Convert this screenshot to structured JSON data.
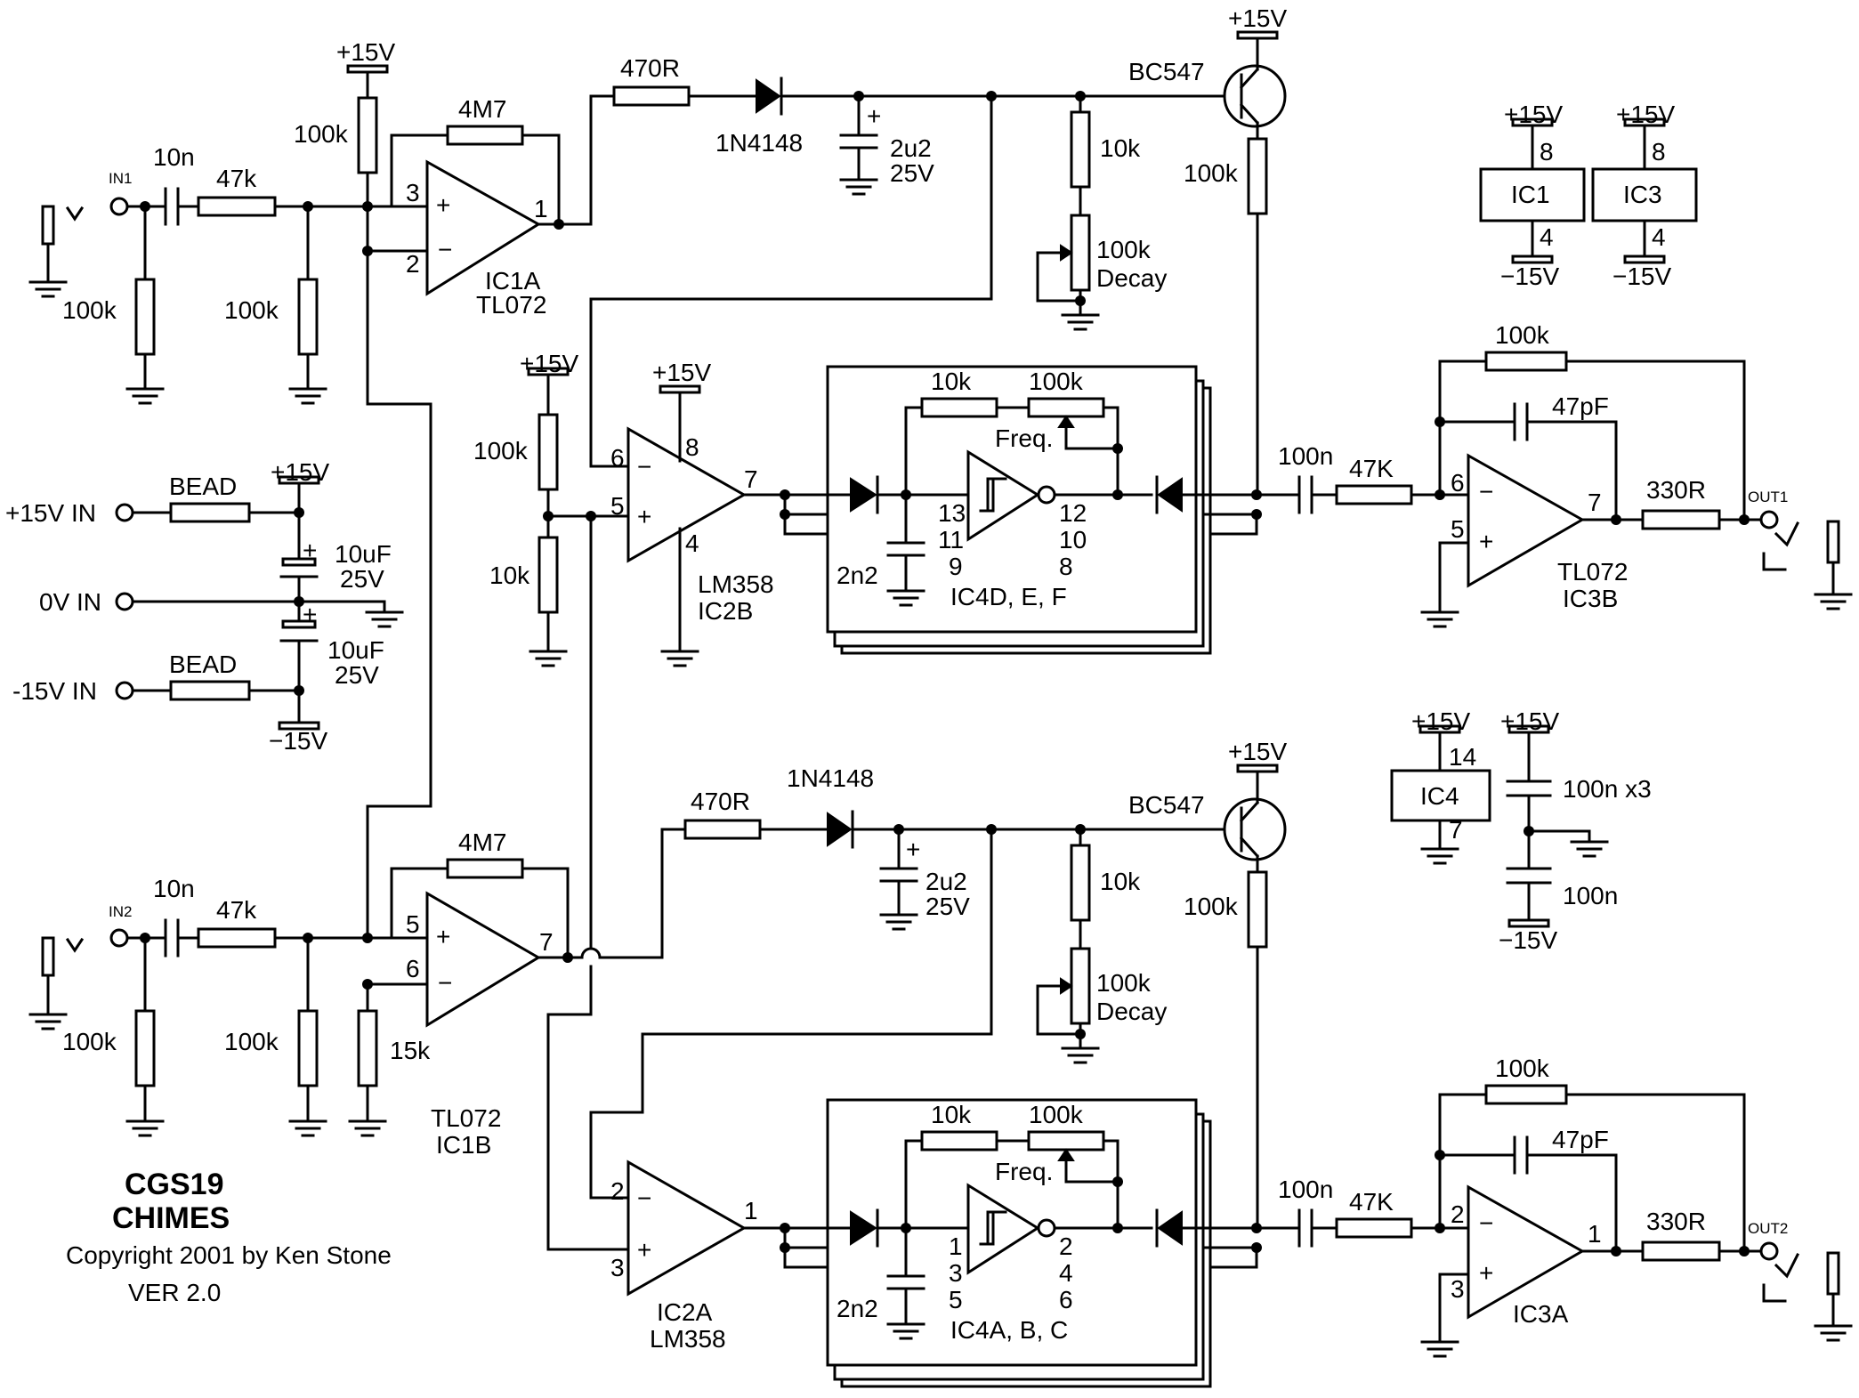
{
  "title": "CGS19",
  "subtitle": "CHIMES",
  "copyright": "Copyright 2001 by Ken Stone",
  "version": "VER 2.0",
  "colors": {
    "ink": "#000000",
    "paper": "#ffffff"
  },
  "power": {
    "pos": "+15V",
    "neg": "−15V",
    "inputs": [
      "+15V IN",
      "0V IN",
      "-15V IN"
    ],
    "bead": "BEAD",
    "cap_value": "10uF",
    "cap_voltage": "25V"
  },
  "channel1": {
    "input": "IN1",
    "output": "OUT1",
    "in_cap": "10n",
    "in_res": "47k",
    "r100k": "100k",
    "fb_res": "4M7",
    "opamp1_name": "IC1A",
    "opamp1_type": "TL072",
    "opamp1_pins": [
      "3",
      "2",
      "1"
    ],
    "det_res": "470R",
    "diode": "1N4148",
    "det_cap": "2u2",
    "det_cap_v": "25V",
    "transistor": "BC547",
    "decay_res": "10k",
    "decay_pot": "100k",
    "decay_label": "Decay",
    "emitter_res": "100k",
    "bias_top": "100k",
    "bias_bot": "10k",
    "comp_pins": [
      "6",
      "5",
      "7",
      "8",
      "4"
    ],
    "comp_name": "LM358",
    "comp_ic": "IC2B",
    "osc_res": "10k",
    "osc_pot": "100k",
    "freq_label": "Freq.",
    "osc_cap": "2n2",
    "inv_pins_in": [
      "13",
      "11",
      "9"
    ],
    "inv_pins_out": [
      "12",
      "10",
      "8"
    ],
    "inv_name": "IC4D, E, F",
    "coup_cap": "100n",
    "coup_res": "47K",
    "fb_r": "100k",
    "fb_c": "47pF",
    "out_opamp_pins": [
      "6",
      "5",
      "7"
    ],
    "out_opamp_type": "TL072",
    "out_opamp_ic": "IC3B",
    "out_res": "330R"
  },
  "channel2": {
    "input": "IN2",
    "output": "OUT2",
    "in_cap": "10n",
    "in_res": "47k",
    "r100k": "100k",
    "fb_res": "4M7",
    "gain_res": "15k",
    "opamp1_type": "TL072",
    "opamp1_name": "IC1B",
    "opamp1_pins": [
      "5",
      "6",
      "7"
    ],
    "det_res": "470R",
    "diode": "1N4148",
    "det_cap": "2u2",
    "det_cap_v": "25V",
    "transistor": "BC547",
    "decay_res": "10k",
    "decay_pot": "100k",
    "decay_label": "Decay",
    "emitter_res": "100k",
    "comp_pins": [
      "2",
      "3",
      "1"
    ],
    "comp_ic": "IC2A",
    "comp_name": "LM358",
    "osc_res": "10k",
    "osc_pot": "100k",
    "freq_label": "Freq.",
    "osc_cap": "2n2",
    "inv_pins_in": [
      "1",
      "3",
      "5"
    ],
    "inv_pins_out": [
      "2",
      "4",
      "6"
    ],
    "inv_name": "IC4A, B, C",
    "coup_cap": "100n",
    "coup_res": "47K",
    "fb_r": "100k",
    "fb_c": "47pF",
    "out_opamp_pins": [
      "2",
      "3",
      "1"
    ],
    "out_opamp_ic": "IC3A",
    "out_res": "330R"
  },
  "ic_power": {
    "ic1": "IC1",
    "ic3": "IC3",
    "ic4": "IC4",
    "pin8": "8",
    "pin4": "4",
    "pin14": "14",
    "pin7": "7",
    "decoupling_a": "100n x3",
    "decoupling_b": "100n"
  }
}
